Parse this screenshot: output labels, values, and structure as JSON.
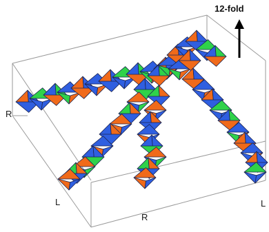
{
  "axis": {
    "label": "12-fold"
  },
  "labels": {
    "left_top": "R",
    "left_bottom": "L",
    "bottom_middle": "R",
    "bottom_right": "L"
  },
  "colors": {
    "orange": "#f06a1a",
    "blue": "#2f5fe0",
    "green": "#2fd24a",
    "edge": "#1b2350",
    "box": "#9a9a9a"
  }
}
